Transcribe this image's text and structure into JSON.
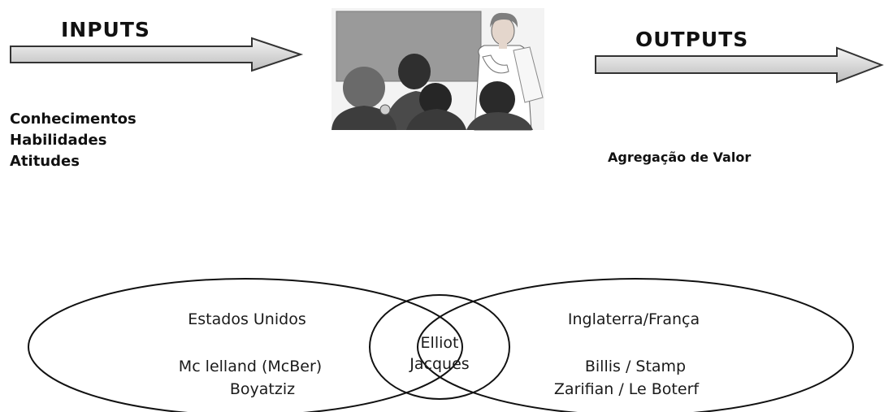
{
  "inputs": {
    "heading": "INPUTS",
    "items": [
      "Conhecimentos",
      "Habilidades",
      "Atitudes"
    ]
  },
  "outputs": {
    "heading": "OUTPUTS",
    "value": "Agregação de Valor"
  },
  "venn": {
    "left": {
      "title": "Estados Unidos",
      "line1": "Mc lelland (McBer)",
      "line2": "Boyatziz"
    },
    "center": {
      "line1": "Elliot",
      "line2": "Jacques"
    },
    "right": {
      "title": "Inglaterra/França",
      "line1": "Billis / Stamp",
      "line2": "Zarifian / Le Boterf"
    }
  },
  "illustration": {
    "icon": "classroom-presentation-illustration"
  }
}
